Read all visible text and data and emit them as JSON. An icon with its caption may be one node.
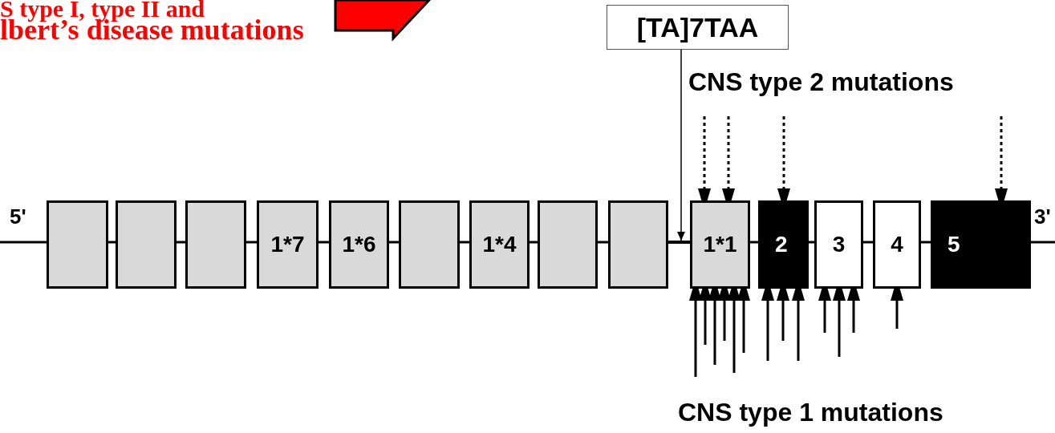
{
  "diagram": {
    "nodes": [
      {
        "text": [
          "[TA]7TAA"
        ]
      },
      {
        "text": [],
        "shape": "box"
      },
      {
        "text": [],
        "shape": "box"
      },
      {
        "text": [],
        "shape": "box"
      },
      {
        "text": [
          "1*7"
        ]
      },
      {
        "text": [
          "1*6"
        ]
      },
      {
        "text": [],
        "shape": "box"
      },
      {
        "text": [
          "1*4"
        ]
      },
      {
        "text": [],
        "shape": "box"
      },
      {
        "text": [],
        "shape": "box"
      },
      {
        "text": [
          "1*1"
        ]
      },
      {
        "text": [
          "2"
        ]
      },
      {
        "text": [
          "3"
        ]
      },
      {
        "text": [
          "4"
        ]
      },
      {
        "text": [
          "5"
        ]
      },
      {
        "text": [],
        "shape": "bar"
      }
    ],
    "edges": [
      {
        "from": 0,
        "to": 15,
        "arrow": "to"
      },
      {
        "from": null,
        "to": 10,
        "arrow": "to",
        "style": "dashed"
      },
      {
        "from": null,
        "to": 10,
        "arrow": "to",
        "style": "dashed"
      },
      {
        "from": null,
        "to": 11,
        "arrow": "to",
        "style": "dashed"
      },
      {
        "from": null,
        "to": 14,
        "arrow": "to",
        "style": "dashed"
      },
      {
        "from": null,
        "to": 10,
        "arrow": "to"
      },
      {
        "from": null,
        "to": 10,
        "arrow": "to"
      },
      {
        "from": null,
        "to": 10,
        "arrow": "to"
      },
      {
        "from": null,
        "to": 10,
        "arrow": "to"
      },
      {
        "from": null,
        "to": 10,
        "arrow": "to"
      },
      {
        "from": null,
        "to": 10,
        "arrow": "to"
      },
      {
        "from": null,
        "to": 11,
        "arrow": "to"
      },
      {
        "from": null,
        "to": 11,
        "arrow": "to"
      },
      {
        "from": null,
        "to": 11,
        "arrow": "to"
      },
      {
        "from": null,
        "to": 12,
        "arrow": "to"
      },
      {
        "from": null,
        "to": 12,
        "arrow": "to"
      },
      {
        "from": null,
        "to": 12,
        "arrow": "to"
      },
      {
        "from": null,
        "to": 13,
        "arrow": "to"
      }
    ],
    "labels": [
      "S type I, type II and",
      "lbert’s disease mutations",
      "CNS type 2 mutations",
      "5'",
      "3'",
      "CNS type 1 mutations"
    ]
  }
}
